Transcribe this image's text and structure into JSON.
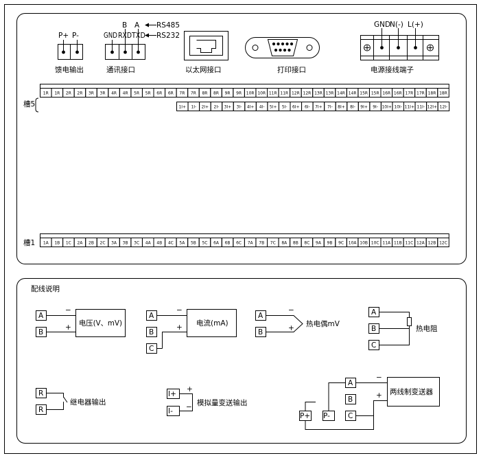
{
  "top": {
    "feed": {
      "pins": [
        "P+",
        "P-"
      ],
      "label": "馈电输出"
    },
    "comm": {
      "top_pins": [
        "B",
        "A"
      ],
      "rs485": "RS485",
      "pins": [
        "GND",
        "RXD",
        "TXD"
      ],
      "rs232": "RS232",
      "label": "通讯接口"
    },
    "ethernet": {
      "label": "以太网接口"
    },
    "printer": {
      "label": "打印接口"
    },
    "power": {
      "pins": [
        "GND",
        "N(-)",
        "L(+)"
      ],
      "label": "电源接线端子"
    }
  },
  "slot5": {
    "name": "槽5",
    "row1": [
      "1R",
      "1R",
      "2R",
      "2R",
      "3R",
      "3R",
      "4R",
      "4R",
      "5R",
      "5R",
      "6R",
      "6R",
      "7R",
      "7R",
      "8R",
      "8R",
      "9R",
      "9R",
      "10R",
      "10R",
      "11R",
      "11R",
      "12R",
      "12R",
      "13R",
      "13R",
      "14R",
      "14R",
      "15R",
      "15R",
      "16R",
      "16R",
      "17R",
      "17R",
      "18R",
      "18R"
    ],
    "row2": [
      "1I+",
      "1I-",
      "2I+",
      "2I-",
      "3I+",
      "3I-",
      "4I+",
      "4I-",
      "5I+",
      "5I-",
      "6I+",
      "6I-",
      "7I+",
      "7I-",
      "8I+",
      "8I-",
      "9I+",
      "9I-",
      "10I+",
      "10I-",
      "11I+",
      "11I-",
      "12I+",
      "12I-"
    ]
  },
  "slot1": {
    "name": "槽1",
    "cells": [
      "1A",
      "1B",
      "1C",
      "2A",
      "2B",
      "2C",
      "3A",
      "3B",
      "3C",
      "4A",
      "4B",
      "4C",
      "5A",
      "5B",
      "5C",
      "6A",
      "6B",
      "6C",
      "7A",
      "7B",
      "7C",
      "8A",
      "8B",
      "8C",
      "9A",
      "9B",
      "9C",
      "10A",
      "10B",
      "10C",
      "11A",
      "11B",
      "11C",
      "12A",
      "12B",
      "12C"
    ]
  },
  "wiring": {
    "title": "配线说明",
    "voltage": {
      "terminals": [
        "A",
        "B"
      ],
      "minus": "−",
      "plus": "+",
      "box": "电压(V、mV)"
    },
    "current": {
      "terminals": [
        "A",
        "B",
        "C"
      ],
      "minus": "−",
      "plus": "+",
      "box": "电流(mA)"
    },
    "thermocouple": {
      "terminals": [
        "A",
        "B"
      ],
      "minus": "−",
      "plus": "+",
      "label": "热电偶mV"
    },
    "rtd": {
      "terminals": [
        "A",
        "B",
        "C"
      ],
      "label": "热电阻"
    },
    "relay": {
      "terminals": [
        "R",
        "R"
      ],
      "label": "继电器输出"
    },
    "analog": {
      "terminals": [
        "I+",
        "I-"
      ],
      "plus": "+",
      "minus": "−",
      "label": "模拟量变送输出"
    },
    "two_wire": {
      "terminals": [
        "A",
        "B",
        "C"
      ],
      "feed": [
        "P+",
        "P-"
      ],
      "minus": "−",
      "plus": "+",
      "box": "两线制变送器"
    }
  }
}
